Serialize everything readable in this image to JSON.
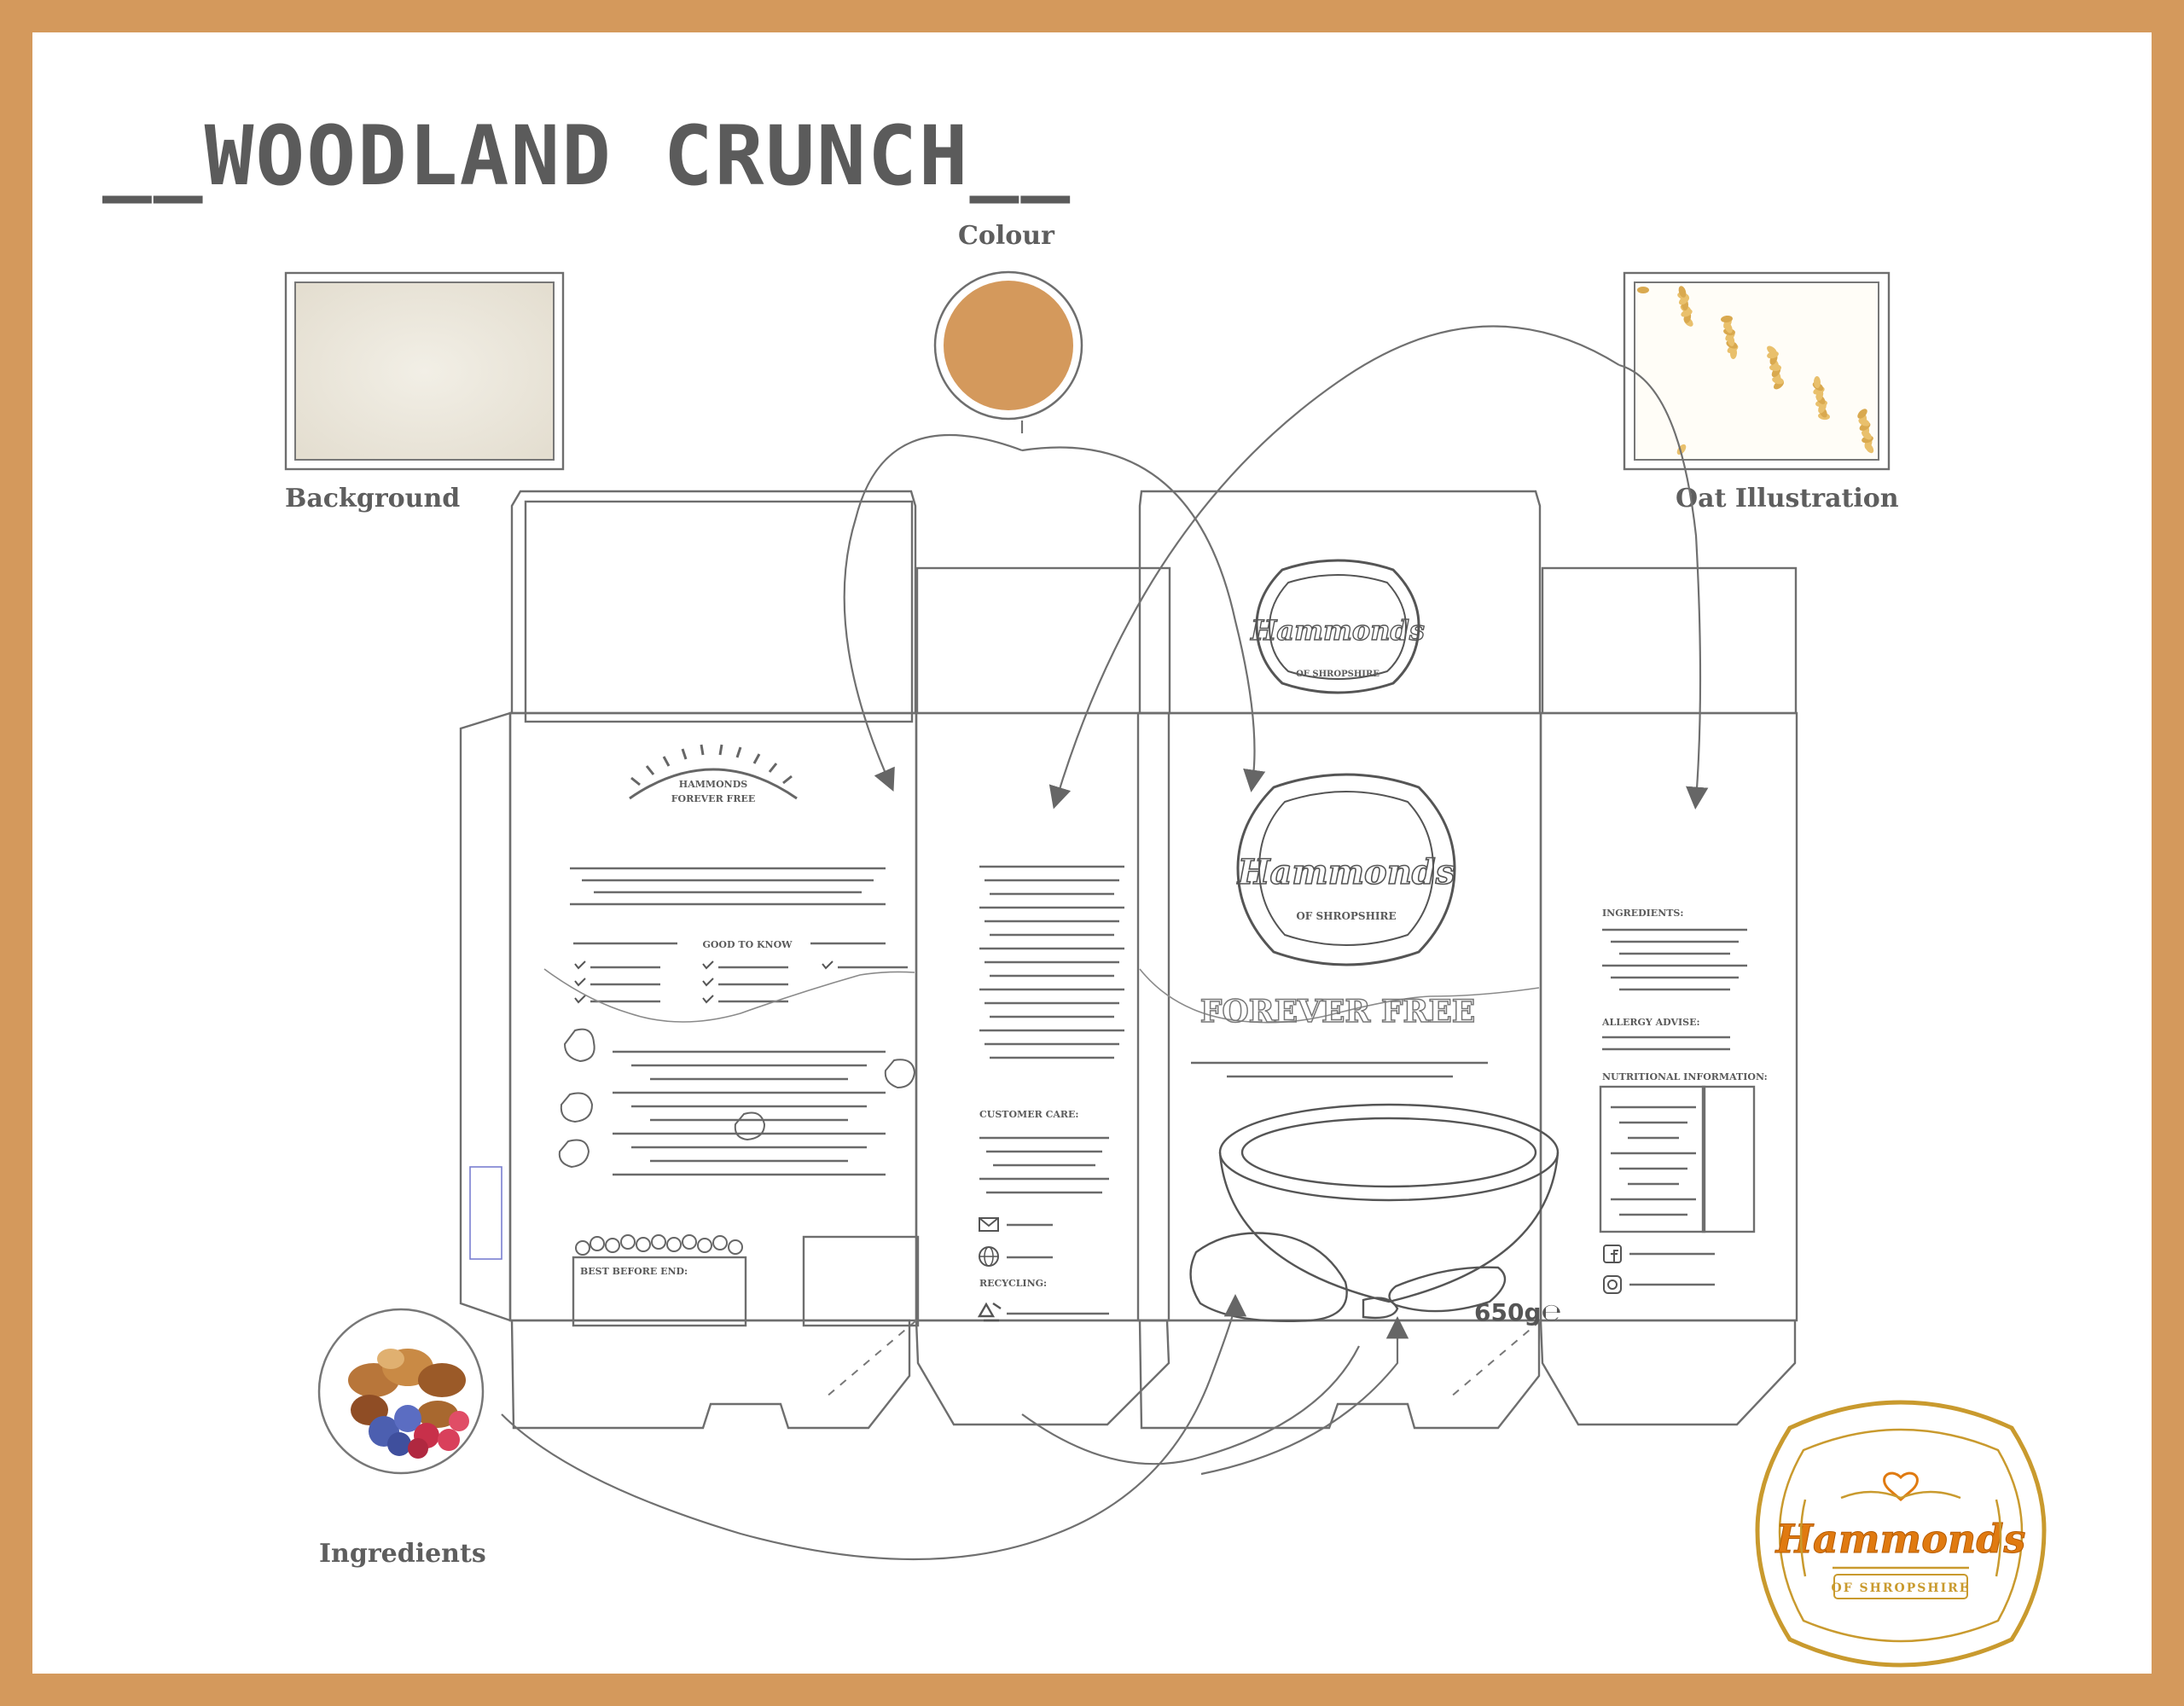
{
  "title": "__WOODLAND CRUNCH__",
  "legend": {
    "background": "Background",
    "colour": "Colour",
    "oat_illustration": "Oat Illustration",
    "ingredients": "Ingredients"
  },
  "colors": {
    "frame": "#d4995c",
    "swatch": "#d4995c",
    "line": "#6e6e6e",
    "brand_gold": "#c99a2e",
    "brand_orange": "#e07a10"
  },
  "box": {
    "back_panel": {
      "brand": "HAMMONDS",
      "subbrand": "FOREVER FREE",
      "good_to_know": "GOOD TO KNOW",
      "best_before": "BEST BEFORE END:"
    },
    "side_left": {
      "customer_care": "CUSTOMER CARE:",
      "recycling": "RECYCLING:"
    },
    "front_panel": {
      "logo_text": "Hammonds",
      "logo_sub": "OF SHROPSHIRE",
      "tagline": "FOREVER FREE",
      "weight": "650g℮"
    },
    "side_right": {
      "ingredients": "INGREDIENTS:",
      "allergy": "ALLERGY ADVISE:",
      "nutrition": "NUTRITIONAL INFORMATION:"
    }
  },
  "brand_logo": {
    "name": "Hammonds",
    "tagline": "OF SHROPSHIRE"
  },
  "icons": [
    "heart-icon",
    "mail-icon",
    "globe-icon",
    "recycle-icon",
    "facebook-icon",
    "instagram-icon",
    "wheat-icon"
  ]
}
